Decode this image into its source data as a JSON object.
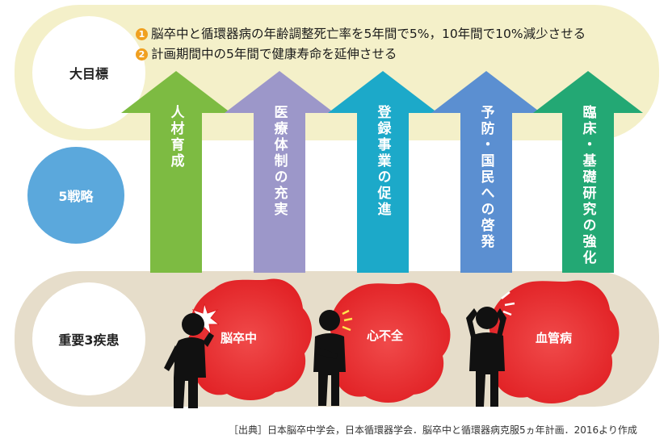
{
  "goal_label": "大目標",
  "strategy_label": "5戦略",
  "disease_label": "重要3疾患",
  "goals": [
    {
      "num": "1",
      "text": "脳卒中と循環器病の年齢調整死亡率を5年間で5%，10年間で10%減少させる"
    },
    {
      "num": "2",
      "text": "計画期間中の5年間で健康寿命を延伸させる"
    }
  ],
  "strategies": [
    {
      "label": "人材育成",
      "color": "#7dbb42"
    },
    {
      "label": "医療体制の充実",
      "color": "#9c97c9"
    },
    {
      "label": "登録事業の促進",
      "color": "#1ca9c9"
    },
    {
      "label": "予防・国民への啓発",
      "color": "#5b8fd1"
    },
    {
      "label": "臨床・基礎研究の強化",
      "color": "#23a874"
    }
  ],
  "diseases": [
    {
      "label": "脳卒中",
      "pose": "head-pain-icon"
    },
    {
      "label": "心不全",
      "pose": "chest-pain-icon"
    },
    {
      "label": "血管病",
      "pose": "holding-head-icon"
    }
  ],
  "colors": {
    "blob": "#e8262a",
    "goal_band": "#f4f0c9",
    "disease_band": "#e6ddca",
    "strategy_circle": "#5ba8dc",
    "number_badge": "#f0a020"
  },
  "source": "［出典］日本脳卒中学会，日本循環器学会．脳卒中と循環器病克服5ヵ年計画．2016より作成"
}
